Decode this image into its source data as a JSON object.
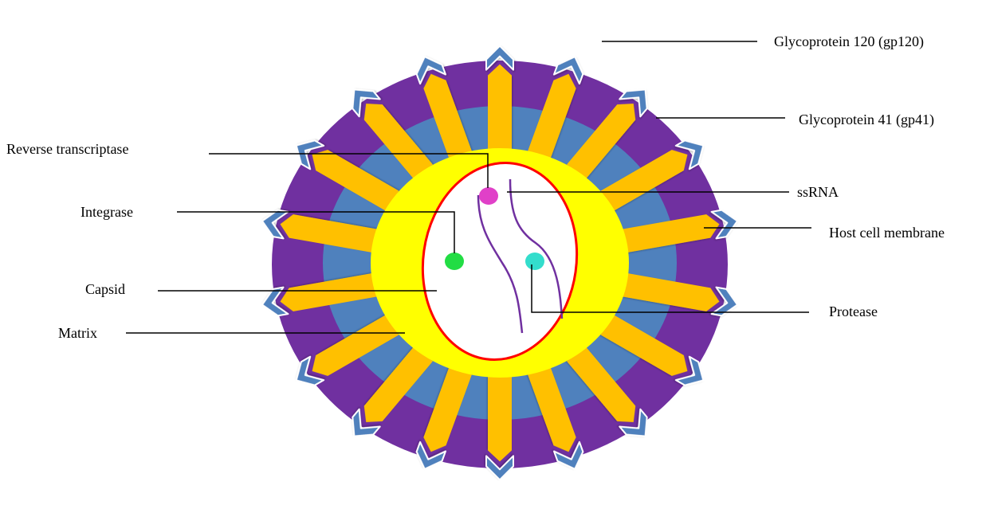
{
  "labels": {
    "gp120": "Glycoprotein 120 (gp120)",
    "gp41": "Glycoprotein 41 (gp41)",
    "reverse_transcriptase": "Reverse transcriptase",
    "ssrna": "ssRNA",
    "integrase": "Integrase",
    "host_cell_membrane": "Host cell membrane",
    "capsid": "Capsid",
    "protease": "Protease",
    "matrix": "Matrix"
  },
  "colors": {
    "host_cell_membrane": "#7030A0",
    "matrix_ring": "#4F81BD",
    "matrix_core": "#FFFF00",
    "capsid_outline": "#FF0000",
    "capsid_fill": "#FFFFFF",
    "ssrna": "#7030A0",
    "gp41": "#FFC000",
    "gp120": "#4F81BD",
    "reverse_transcriptase": "#E040C8",
    "integrase": "#22DD44",
    "protease": "#33DDCC"
  },
  "structure": {
    "spike_count": 18,
    "rna_strands": 2
  }
}
